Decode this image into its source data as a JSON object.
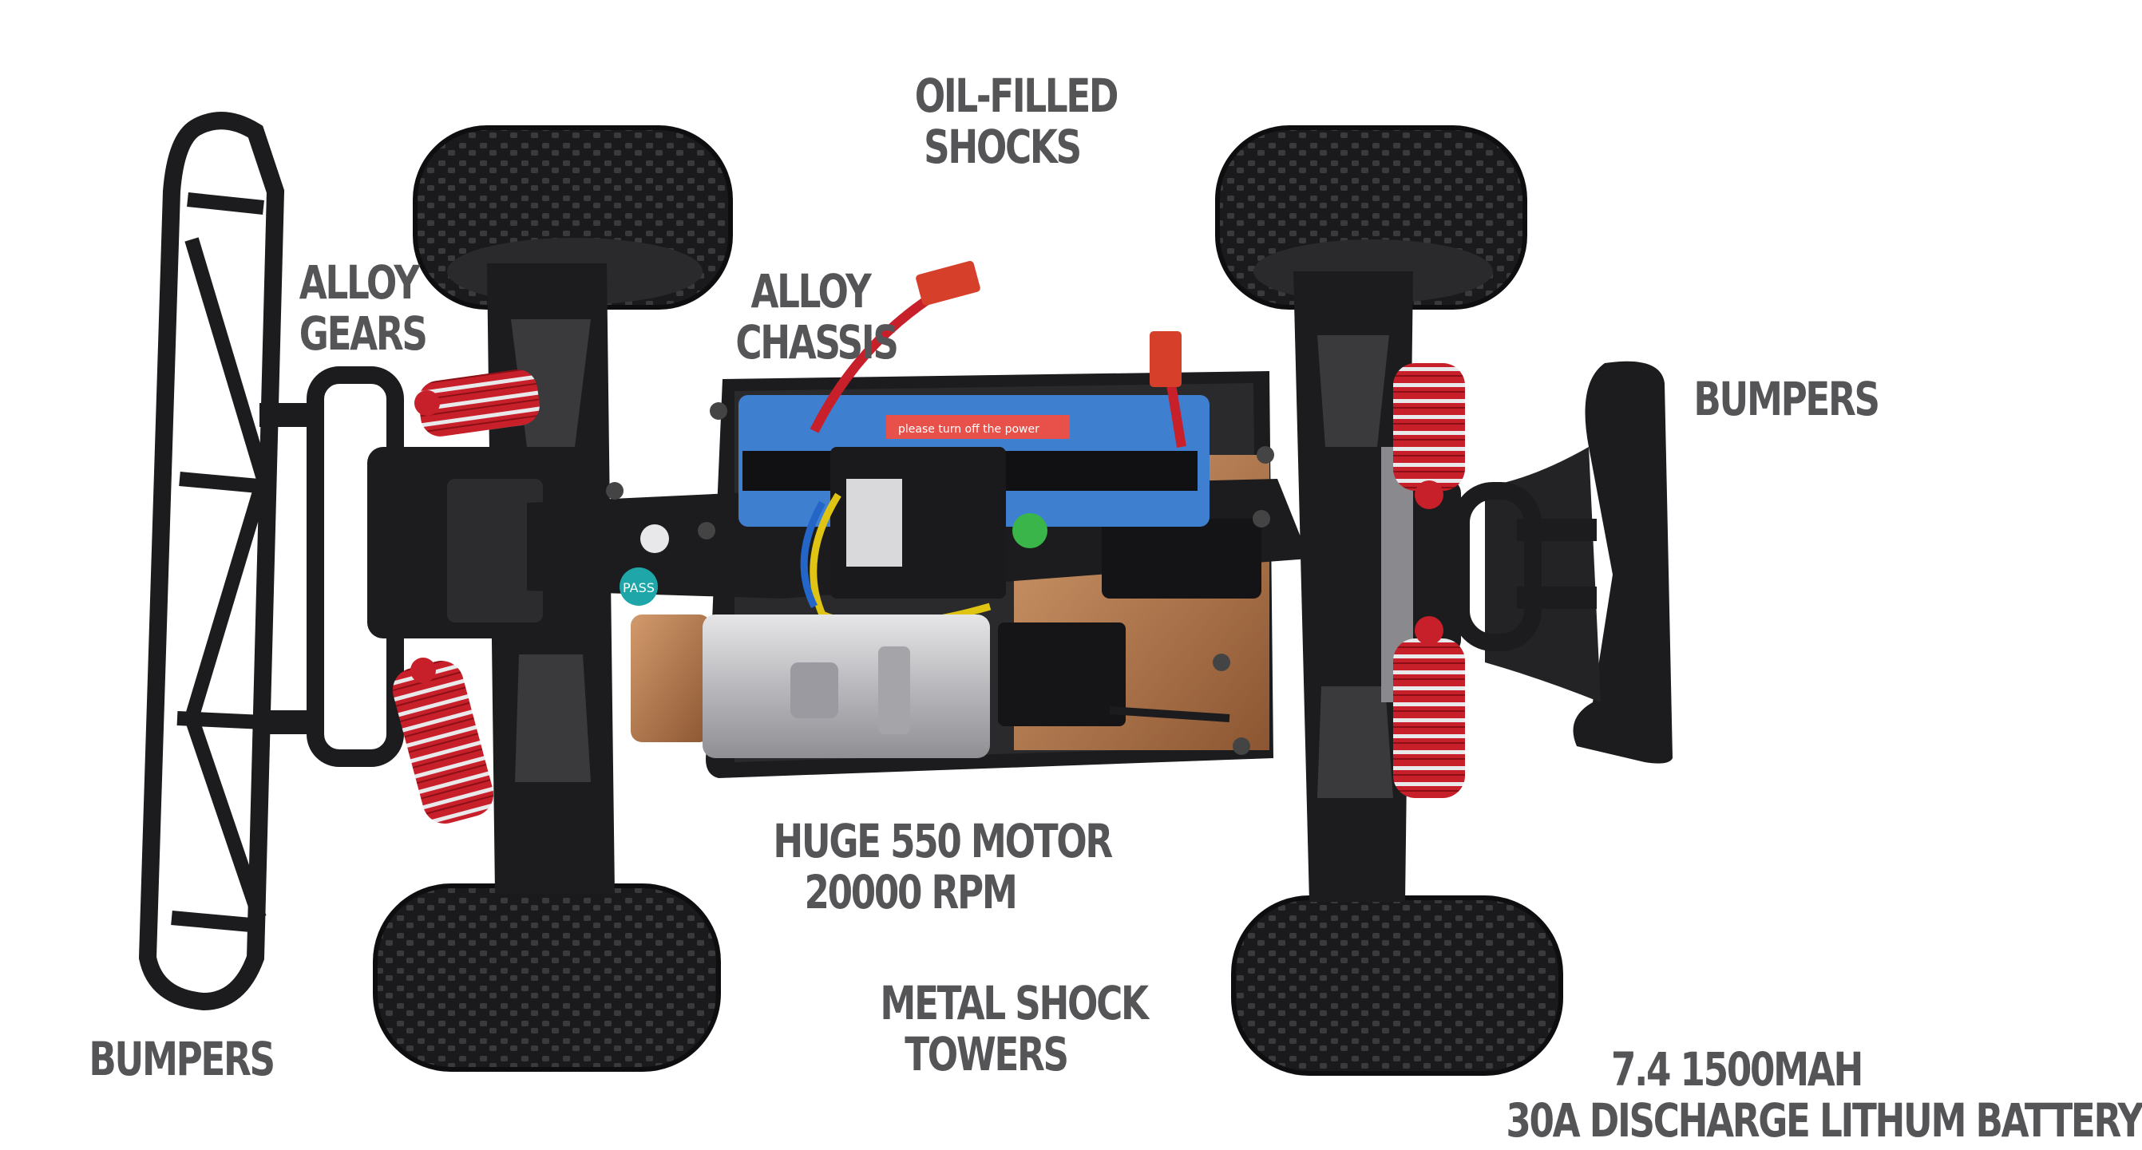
{
  "image": {
    "subject": "RC short course truck chassis, top view",
    "colors": {
      "background": "#ffffff",
      "label_text": "#555558",
      "chassis_black": "#1c1c1e",
      "tire_black": "#232325",
      "shock_red": "#c8202a",
      "battery_blue": "#3f7fd0",
      "copper": "#b77b4f",
      "motor_silver": "#c9c9cc"
    }
  },
  "labels": {
    "oil_filled_shocks": {
      "line1": "OIL-FILLED",
      "line2": "SHOCKS"
    },
    "alloy_gears": {
      "line1": "ALLOY",
      "line2": "GEARS"
    },
    "alloy_chassis": {
      "line1": "ALLOY",
      "line2": "CHASSIS"
    },
    "bumpers_right": {
      "line1": "BUMPERS"
    },
    "huge_motor": {
      "line1": "HUGE 550 MOTOR",
      "line2": "20000 RPM"
    },
    "metal_shock_towers": {
      "line1": "METAL SHOCK",
      "line2": "TOWERS"
    },
    "bumpers_left": {
      "line1": "BUMPERS"
    },
    "battery": {
      "line1": "7.4 1500MAH",
      "line2": "30A DISCHARGE LITHUM BATTERY"
    }
  },
  "stickers": {
    "pass": "PASS",
    "esc_label": "please turn off the power"
  }
}
